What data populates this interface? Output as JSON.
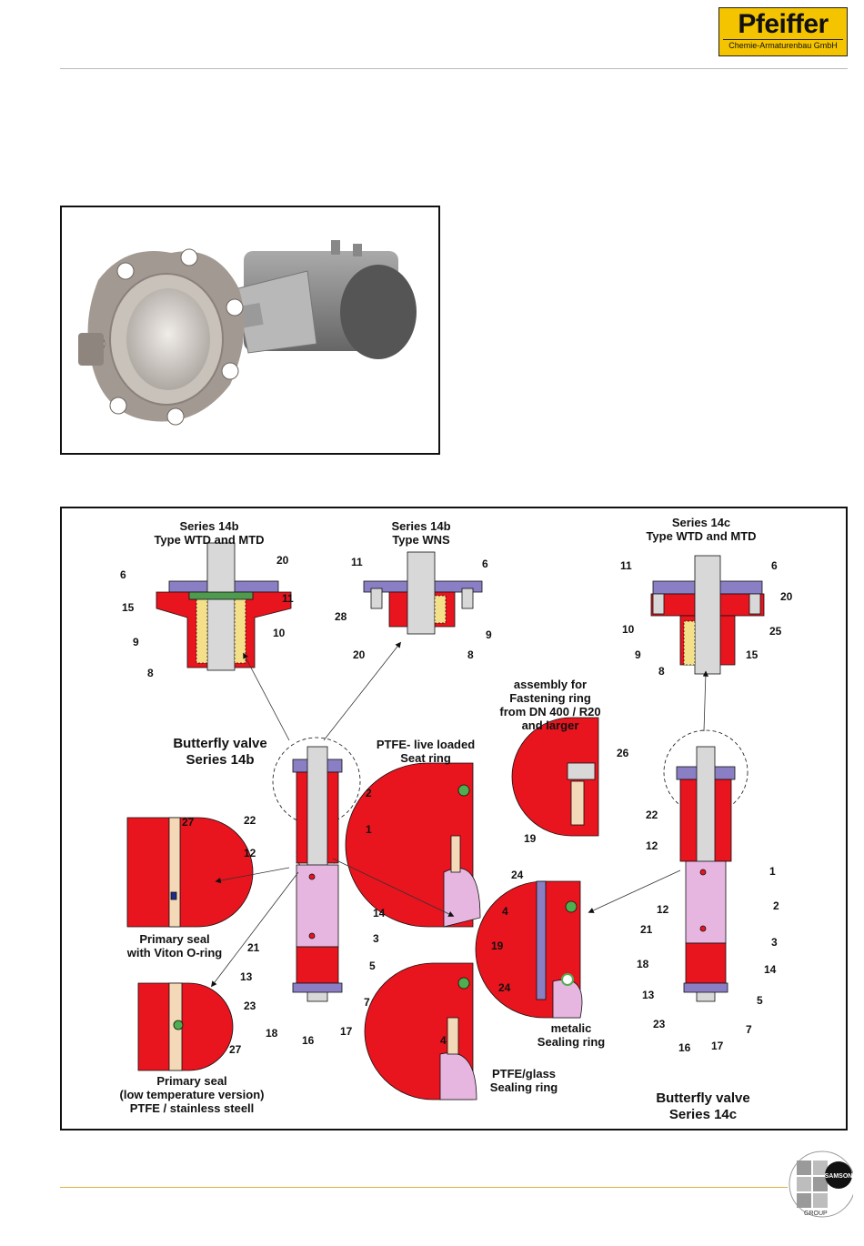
{
  "logo": {
    "brand": "Pfeiffer",
    "subtitle": "Chemie-Armaturenbau GmbH"
  },
  "footer_logo": {
    "top": "SAMSON",
    "bottom": "GROUP"
  },
  "diagram": {
    "titles": {
      "s14b_wtd": "Series 14b\nType WTD and MTD",
      "s14b_wns": "Series 14b\nType WNS",
      "s14c_wtd": "Series 14c\nType WTD and MTD",
      "bv14b": "Butterfly valve\nSeries 14b",
      "bv14c": "Butterfly valve\nSeries 14c",
      "assembly": "assembly for\nFastening ring\nfrom DN 400 / R20\nand larger",
      "ptfe_live": "PTFE- live loaded\nSeat ring",
      "primary_viton": "Primary seal\nwith Viton O-ring",
      "primary_low": "Primary seal\n(low temperature version)\nPTFE / stainless steell",
      "metalic": "metalic\nSealing ring",
      "ptfe_glass": "PTFE/glass\nSealing ring"
    },
    "numbers": [
      {
        "id": "a20",
        "t": "20"
      },
      {
        "id": "a6",
        "t": "6"
      },
      {
        "id": "a11",
        "t": "11"
      },
      {
        "id": "a15",
        "t": "15"
      },
      {
        "id": "a10",
        "t": "10"
      },
      {
        "id": "a9",
        "t": "9"
      },
      {
        "id": "a8",
        "t": "8"
      },
      {
        "id": "b11",
        "t": "11"
      },
      {
        "id": "b6",
        "t": "6"
      },
      {
        "id": "b28",
        "t": "28"
      },
      {
        "id": "b9",
        "t": "9"
      },
      {
        "id": "b20",
        "t": "20"
      },
      {
        "id": "b8",
        "t": "8"
      },
      {
        "id": "c11",
        "t": "11"
      },
      {
        "id": "c6",
        "t": "6"
      },
      {
        "id": "c20",
        "t": "20"
      },
      {
        "id": "c10",
        "t": "10"
      },
      {
        "id": "c25",
        "t": "25"
      },
      {
        "id": "c9",
        "t": "9"
      },
      {
        "id": "c15",
        "t": "15"
      },
      {
        "id": "c8",
        "t": "8"
      },
      {
        "id": "l2",
        "t": "2"
      },
      {
        "id": "l22",
        "t": "22"
      },
      {
        "id": "l1",
        "t": "1"
      },
      {
        "id": "l12",
        "t": "12"
      },
      {
        "id": "l14",
        "t": "14"
      },
      {
        "id": "l3",
        "t": "3"
      },
      {
        "id": "l21",
        "t": "21"
      },
      {
        "id": "l5",
        "t": "5"
      },
      {
        "id": "l13",
        "t": "13"
      },
      {
        "id": "l23",
        "t": "23"
      },
      {
        "id": "l7",
        "t": "7"
      },
      {
        "id": "l18",
        "t": "18"
      },
      {
        "id": "l16",
        "t": "16"
      },
      {
        "id": "l17",
        "t": "17"
      },
      {
        "id": "p27a",
        "t": "27"
      },
      {
        "id": "p27b",
        "t": "27"
      },
      {
        "id": "m26",
        "t": "26"
      },
      {
        "id": "m19a",
        "t": "19"
      },
      {
        "id": "m24a",
        "t": "24"
      },
      {
        "id": "m4a",
        "t": "4"
      },
      {
        "id": "m19b",
        "t": "19"
      },
      {
        "id": "m24b",
        "t": "24"
      },
      {
        "id": "m4b",
        "t": "4"
      },
      {
        "id": "r22",
        "t": "22"
      },
      {
        "id": "r12",
        "t": "12"
      },
      {
        "id": "r1",
        "t": "1"
      },
      {
        "id": "r2",
        "t": "2"
      },
      {
        "id": "r12b",
        "t": "12"
      },
      {
        "id": "r21",
        "t": "21"
      },
      {
        "id": "r3",
        "t": "3"
      },
      {
        "id": "r18",
        "t": "18"
      },
      {
        "id": "r14",
        "t": "14"
      },
      {
        "id": "r13",
        "t": "13"
      },
      {
        "id": "r5",
        "t": "5"
      },
      {
        "id": "r23",
        "t": "23"
      },
      {
        "id": "r7",
        "t": "7"
      },
      {
        "id": "r16",
        "t": "16"
      },
      {
        "id": "r17",
        "t": "17"
      }
    ]
  },
  "colors": {
    "red": "#e8141e",
    "purple": "#8a7fc4",
    "pink": "#e6b6e0",
    "body": "#d8d8d8",
    "logo": "#f5c400"
  }
}
